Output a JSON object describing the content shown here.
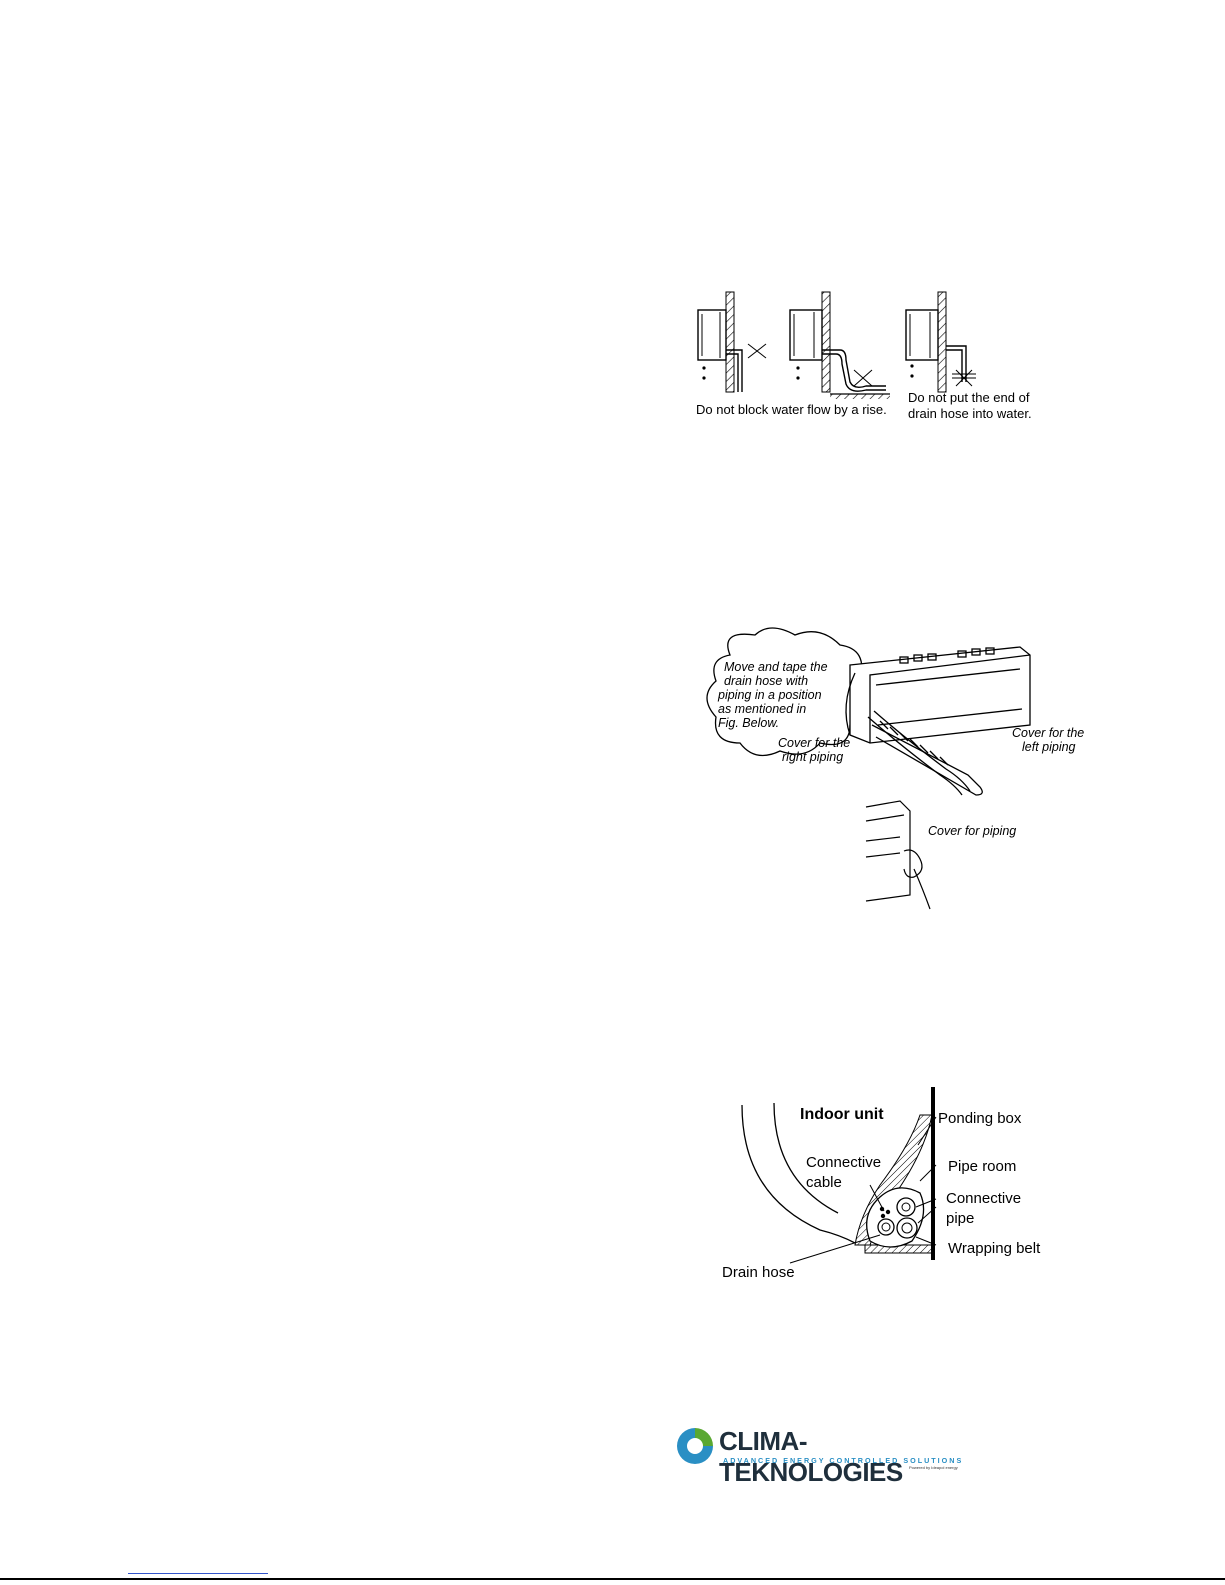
{
  "figure1": {
    "caption_left": "Do not block water flow by a rise.",
    "caption_right_line1": "Do not put the end of",
    "caption_right_line2": "drain hose into water."
  },
  "figure2": {
    "bubble_lines": [
      "Move and tape the",
      "drain  hose with",
      "piping in a position",
      "as mentioned in",
      "Fig. Below."
    ],
    "right_cover_line1": "Cover for the",
    "right_cover_line2": "right piping",
    "left_cover_line1": "Cover for the",
    "left_cover_line2": "left piping",
    "piping_cover": "Cover for  piping"
  },
  "figure3": {
    "indoor_unit": "Indoor unit",
    "ponding_box": "Ponding box",
    "pipe_room": "Pipe room",
    "connective_cable_line1": "Connective",
    "connective_cable_line2": "cable",
    "connective_pipe_line1": "Connective",
    "connective_pipe_line2": "pipe",
    "wrapping_belt": "Wrapping belt",
    "drain_hose": "Drain hose"
  },
  "logo": {
    "name": "CLIMA-TEKNOLOGIES",
    "tagline": "ADVANCED ENERGY CONTROLLED SOLUTIONS",
    "subline": "Powered by Ideapol energy",
    "colors": {
      "blue": "#2a8fc4",
      "green": "#5aa832",
      "dark": "#1f2f3c"
    }
  }
}
